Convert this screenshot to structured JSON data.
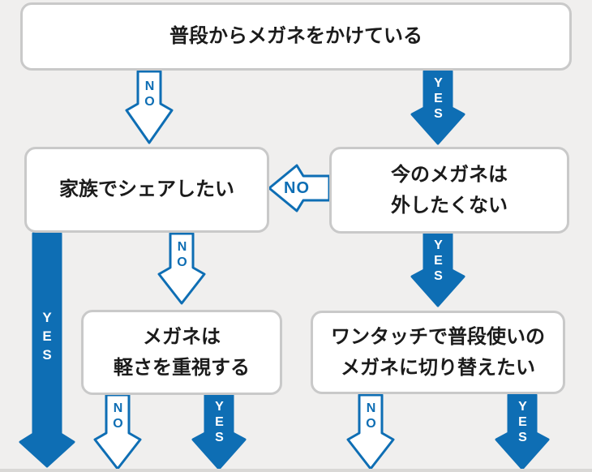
{
  "diagram": {
    "background": "#f0efee",
    "accent_blue": "#0e6eb4",
    "box_border": "#c9c9c9",
    "box_fill": "#ffffff",
    "text_color": "#1b1b1b",
    "bottom_edge_color": "#d9d8d6",
    "type": "yes-no-flowchart"
  },
  "labels": {
    "yes": "YES",
    "no": "NO"
  },
  "nodes": {
    "q1": {
      "text": "普段からメガネをかけている"
    },
    "q2": {
      "text": "家族でシェアしたい"
    },
    "q3": {
      "line1": "今のメガネは",
      "line2": "外したくない"
    },
    "q4": {
      "line1": "メガネは",
      "line2": "軽さを重視する"
    },
    "q5": {
      "line1": "ワンタッチで普段使いの",
      "line2": "メガネに切り替えたい"
    }
  },
  "edges": [
    {
      "from": "q1",
      "answer": "NO",
      "to": "q2"
    },
    {
      "from": "q1",
      "answer": "YES",
      "to": "q3"
    },
    {
      "from": "q3",
      "answer": "NO",
      "to": "q2"
    },
    {
      "from": "q2",
      "answer": "YES",
      "to": null
    },
    {
      "from": "q2",
      "answer": "NO",
      "to": "q4"
    },
    {
      "from": "q3",
      "answer": "YES",
      "to": "q5"
    },
    {
      "from": "q4",
      "answer": "NO",
      "to": null
    },
    {
      "from": "q4",
      "answer": "YES",
      "to": null
    },
    {
      "from": "q5",
      "answer": "NO",
      "to": null
    },
    {
      "from": "q5",
      "answer": "YES",
      "to": null
    }
  ]
}
